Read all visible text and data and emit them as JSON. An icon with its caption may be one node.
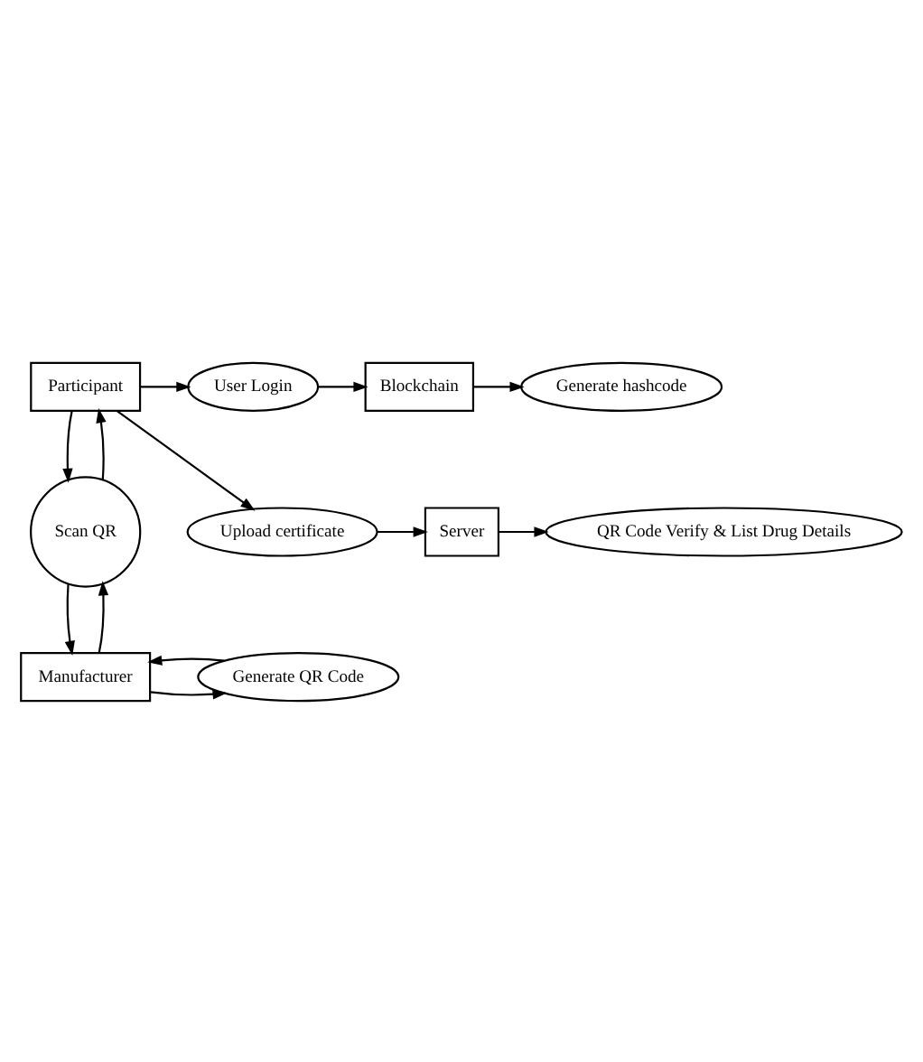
{
  "diagram": {
    "nodes": [
      {
        "text": [
          "Participant"
        ]
      },
      {
        "text": [
          "User Login"
        ]
      },
      {
        "text": [
          "Blockchain"
        ]
      },
      {
        "text": [
          "Generate hashcode"
        ]
      },
      {
        "text": [
          "Scan QR"
        ]
      },
      {
        "text": [
          "Upload certificate"
        ]
      },
      {
        "text": [
          "Server"
        ]
      },
      {
        "text": [
          "QR Code Verify & List Drug Details"
        ]
      },
      {
        "text": [
          "Manufacturer"
        ]
      },
      {
        "text": [
          "Generate QR Code"
        ]
      }
    ],
    "edges": [
      {
        "from": 0,
        "to": 1,
        "arrow": "to"
      },
      {
        "from": 1,
        "to": 2,
        "arrow": "to"
      },
      {
        "from": 2,
        "to": 3,
        "arrow": "to"
      },
      {
        "from": 0,
        "to": 4,
        "arrow": "to"
      },
      {
        "from": 4,
        "to": 0,
        "arrow": "to"
      },
      {
        "from": 0,
        "to": 5,
        "arrow": "to"
      },
      {
        "from": 5,
        "to": 6,
        "arrow": "to"
      },
      {
        "from": 6,
        "to": 7,
        "arrow": "to"
      },
      {
        "from": 4,
        "to": 8,
        "arrow": "to"
      },
      {
        "from": 8,
        "to": 4,
        "arrow": "to"
      },
      {
        "from": 8,
        "to": 9,
        "arrow": "to"
      },
      {
        "from": 9,
        "to": 8,
        "arrow": "to"
      }
    ]
  }
}
